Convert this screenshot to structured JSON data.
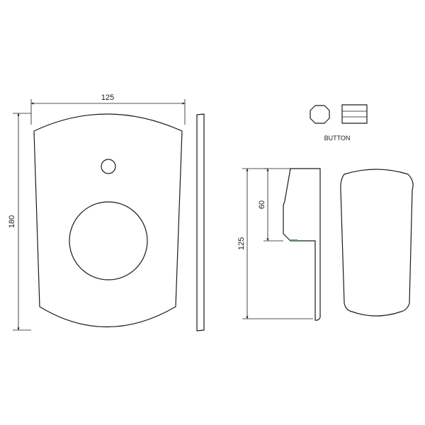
{
  "dimensions": {
    "plate_width": "125",
    "plate_height": "180",
    "lever_span": "60",
    "lever_length": "125"
  },
  "labels": {
    "button": "BUTTON"
  },
  "colors": {
    "line": "#1a1a1a",
    "accent": "#4caf50"
  }
}
